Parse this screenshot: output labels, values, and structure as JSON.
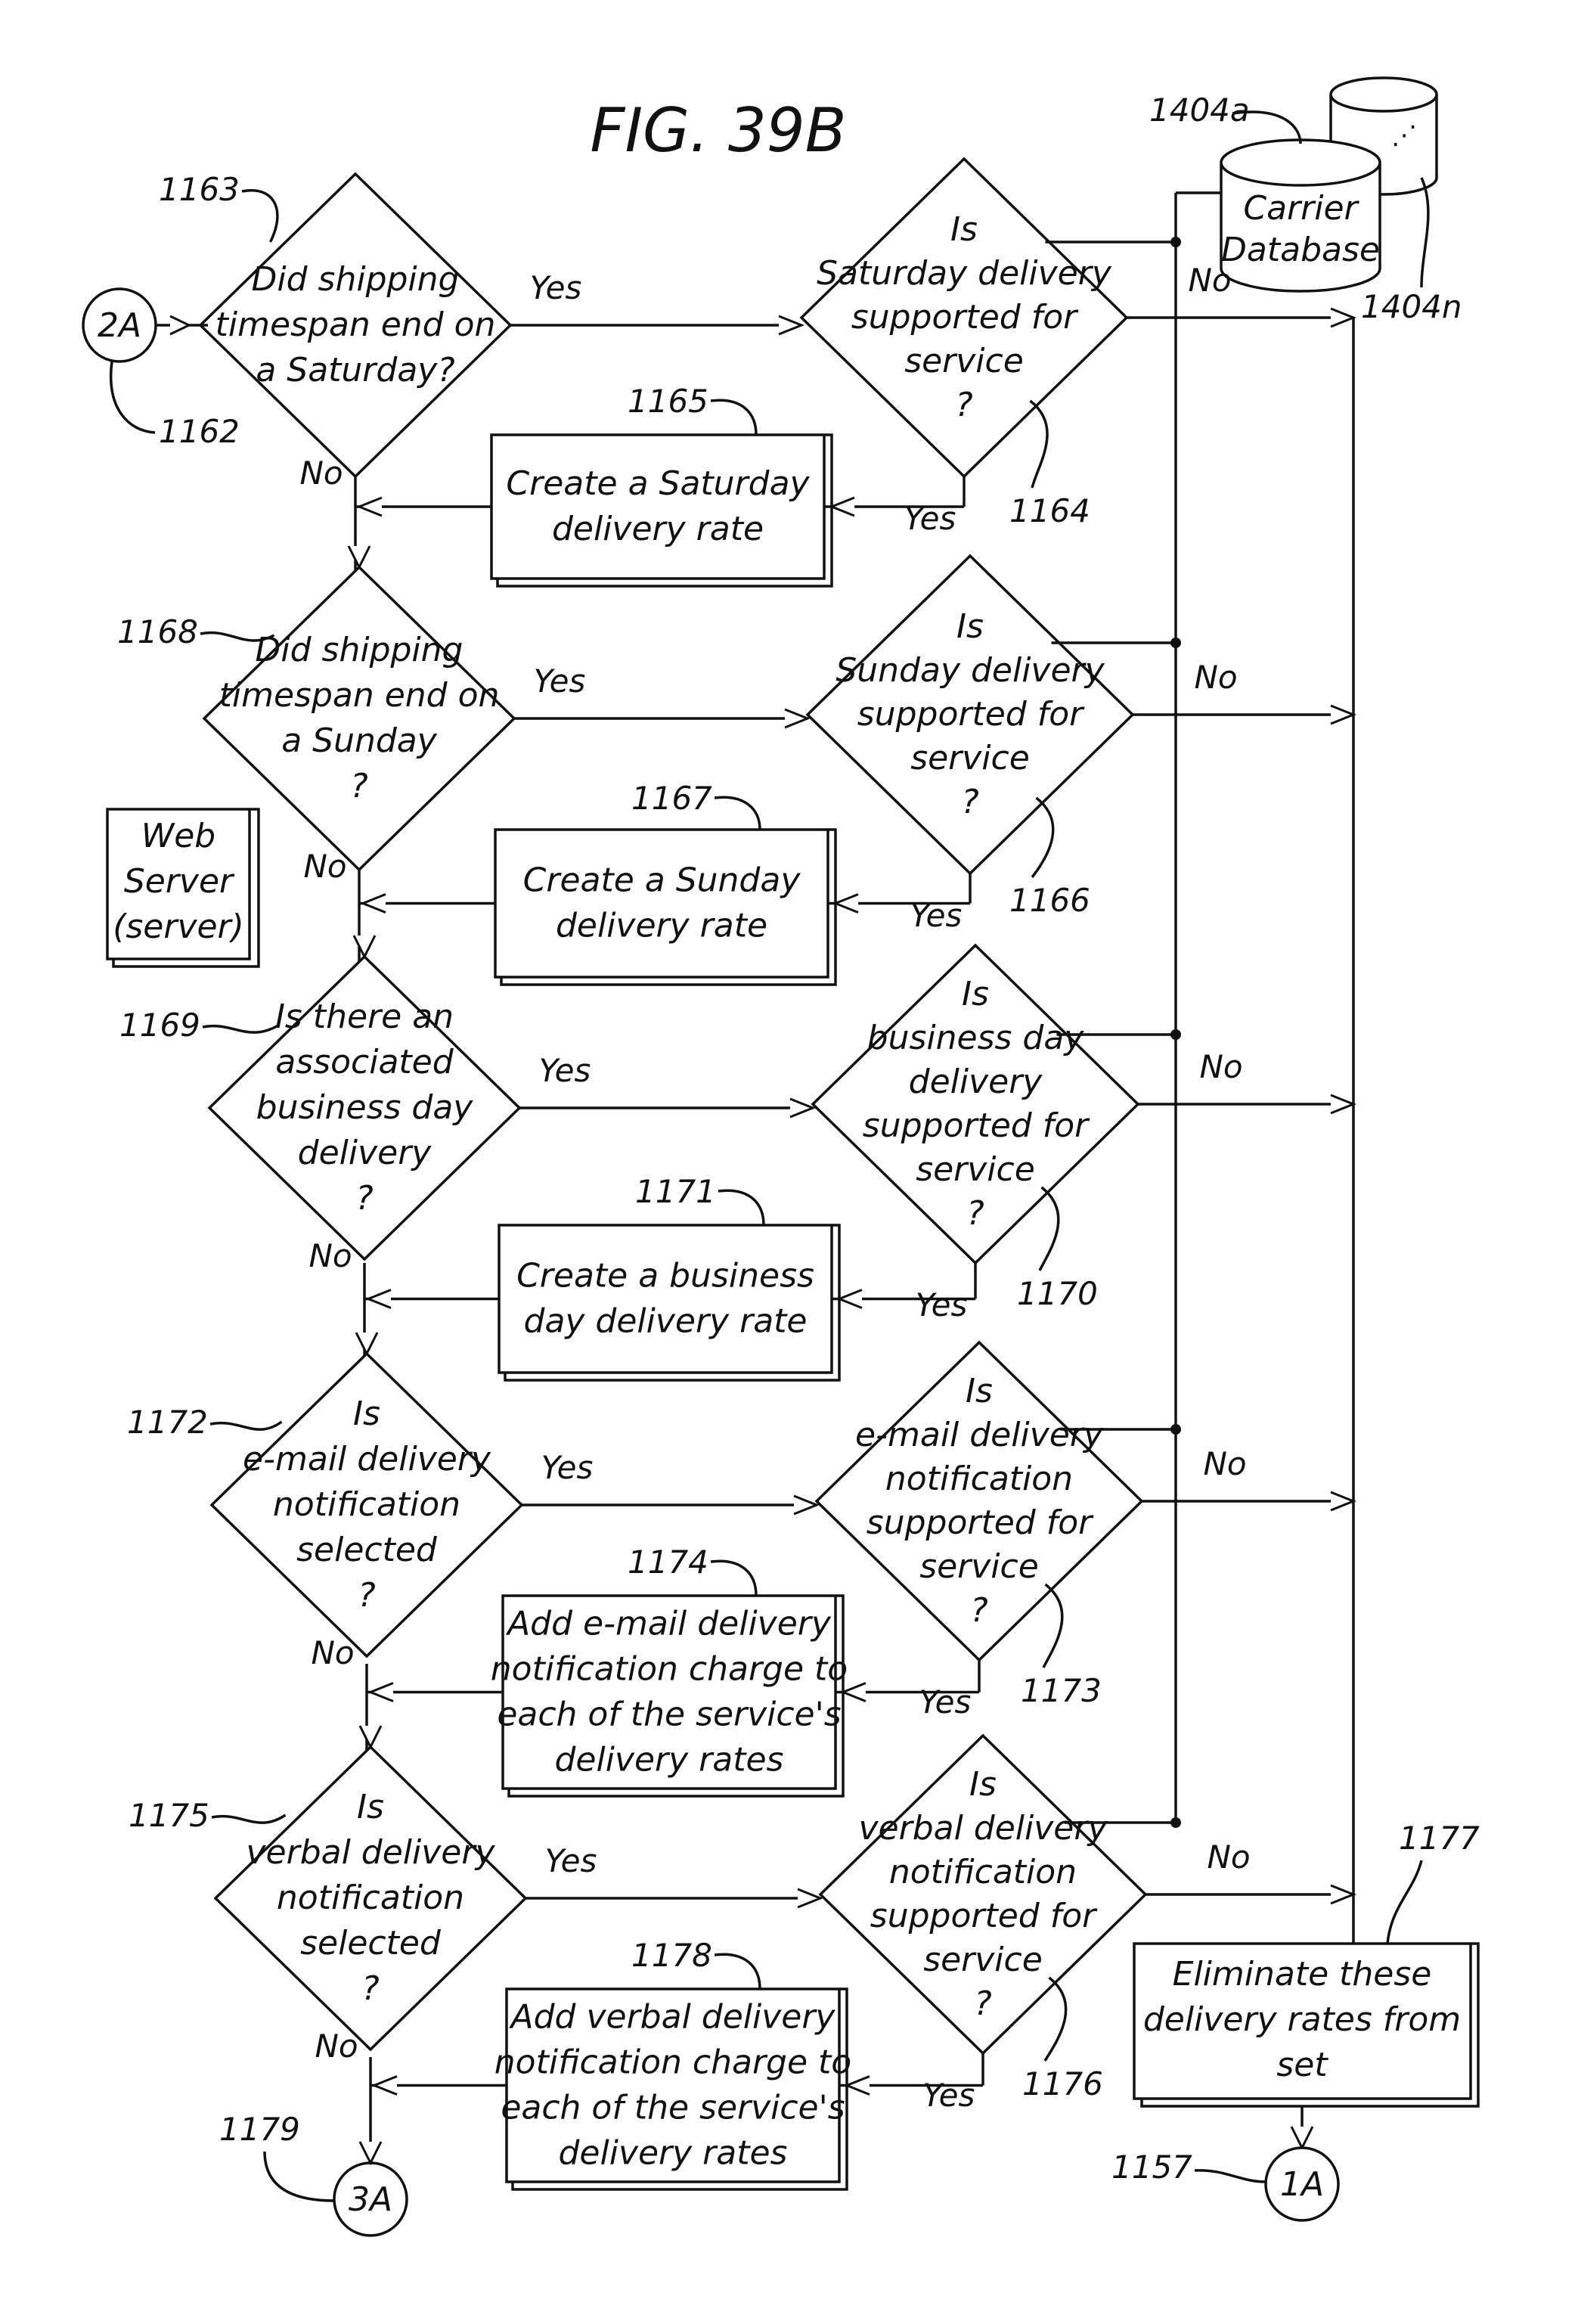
{
  "figure": {
    "title": "FIG. 39B"
  },
  "connectors": {
    "start": {
      "label": "2A",
      "ref": "1162"
    },
    "end_left": {
      "label": "3A",
      "ref": "1179"
    },
    "end_right": {
      "label": "1A",
      "ref": "1157"
    }
  },
  "database": {
    "lines": [
      "Carrier",
      "Database"
    ],
    "ref_a": "1404a",
    "ref_n": "1404n"
  },
  "web_server": {
    "lines": [
      "Web",
      "Server",
      "(server)"
    ]
  },
  "yes": "Yes",
  "no": "No",
  "decisions_left": [
    {
      "ref": "1163",
      "lines": [
        "Did shipping",
        "timespan end on",
        "a Saturday?"
      ]
    },
    {
      "ref": "1168",
      "lines": [
        "Did shipping",
        "timespan end on",
        "a Sunday",
        "?"
      ]
    },
    {
      "ref": "1169",
      "lines": [
        "Is there an",
        "associated",
        "business day",
        "delivery",
        "?"
      ]
    },
    {
      "ref": "1172",
      "lines": [
        "Is",
        "e-mail delivery",
        "notification",
        "selected",
        "?"
      ]
    },
    {
      "ref": "1175",
      "lines": [
        "Is",
        "verbal delivery",
        "notification",
        "selected",
        "?"
      ]
    }
  ],
  "decisions_right": [
    {
      "ref": "1164",
      "lines": [
        "Is",
        "Saturday delivery",
        "supported for",
        "service",
        "?"
      ]
    },
    {
      "ref": "1166",
      "lines": [
        "Is",
        "Sunday delivery",
        "supported for",
        "service",
        "?"
      ]
    },
    {
      "ref": "1170",
      "lines": [
        "Is",
        "business day",
        "delivery",
        "supported for",
        "service",
        "?"
      ]
    },
    {
      "ref": "1173",
      "lines": [
        "Is",
        "e-mail delivery",
        "notification",
        "supported for",
        "service",
        "?"
      ]
    },
    {
      "ref": "1176",
      "lines": [
        "Is",
        "verbal delivery",
        "notification",
        "supported for",
        "service",
        "?"
      ]
    }
  ],
  "processes": [
    {
      "ref": "1165",
      "lines": [
        "Create a Saturday",
        "delivery rate"
      ]
    },
    {
      "ref": "1167",
      "lines": [
        "Create a Sunday",
        "delivery rate"
      ]
    },
    {
      "ref": "1171",
      "lines": [
        "Create a business",
        "day delivery rate"
      ]
    },
    {
      "ref": "1174",
      "lines": [
        "Add e-mail delivery",
        "notification charge to",
        "each of the service's",
        "delivery rates"
      ]
    },
    {
      "ref": "1178",
      "lines": [
        "Add verbal delivery",
        "notification charge to",
        "each of the service's",
        "delivery rates"
      ]
    }
  ],
  "eliminate": {
    "ref": "1177",
    "lines": [
      "Eliminate these",
      "delivery rates from",
      "set"
    ]
  }
}
